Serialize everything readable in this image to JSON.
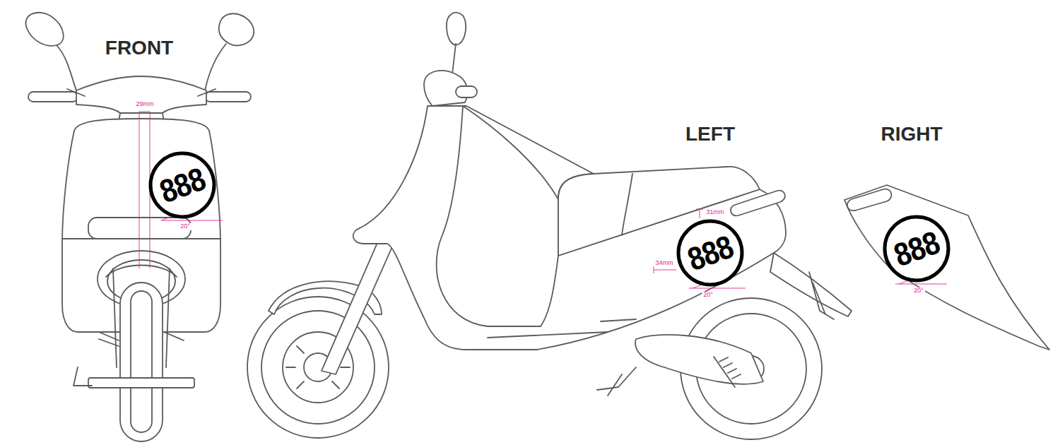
{
  "diagram": {
    "nodes": [
      {
        "text": [
          "888"
        ]
      },
      {
        "text": [
          "888"
        ]
      },
      {
        "text": [
          "888"
        ]
      }
    ],
    "labels": [
      "FRONT",
      "29mm",
      "20°",
      "LEFT",
      "31mm",
      "34mm",
      "20°",
      "RIGHT",
      "20°"
    ]
  }
}
